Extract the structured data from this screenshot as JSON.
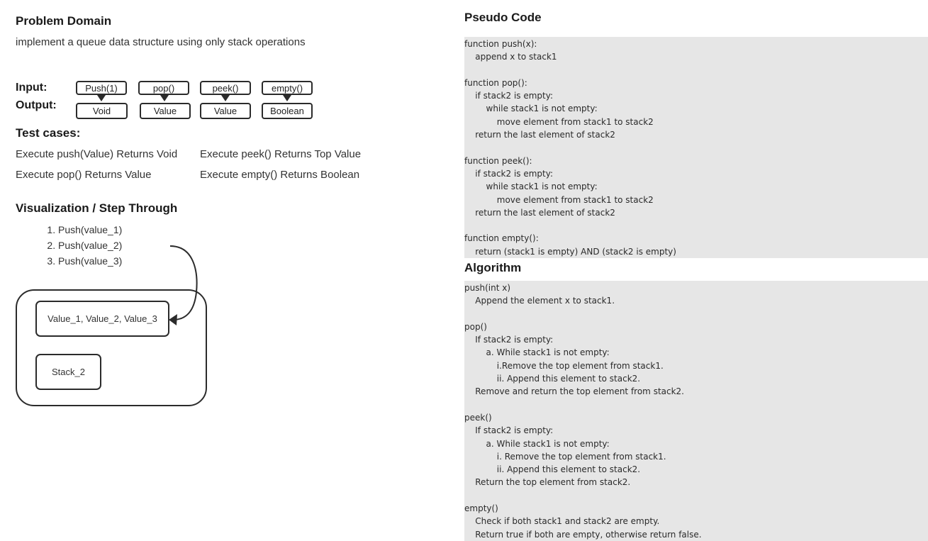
{
  "problem_domain": {
    "heading": "Problem Domain",
    "description": "implement a queue data structure using only stack operations"
  },
  "io": {
    "input_label": "Input:",
    "output_label": "Output:",
    "inputs": [
      "Push(1)",
      "pop()",
      "peek()",
      "empty()"
    ],
    "outputs": [
      "Void",
      "Value",
      "Value",
      "Boolean"
    ]
  },
  "test_cases": {
    "heading": "Test cases:",
    "items": [
      "Execute push(Value) Returns Void",
      "Execute peek() Returns Top Value",
      "Execute pop() Returns Value",
      "Execute empty() Returns Boolean"
    ]
  },
  "visualization": {
    "heading": "Visualization / Step Through",
    "steps": [
      "Push(value_1)",
      "Push(value_2)",
      "Push(value_3)"
    ],
    "stack1_label": "Value_1, Value_2, Value_3",
    "stack2_label": "Stack_2"
  },
  "pseudo_code": {
    "heading": "Pseudo Code",
    "lines": [
      "function push(x):",
      "    append x to stack1",
      "",
      "function pop():",
      "    if stack2 is empty:",
      "        while stack1 is not empty:",
      "            move element from stack1 to stack2",
      "    return the last element of stack2",
      "",
      "function peek():",
      "    if stack2 is empty:",
      "        while stack1 is not empty:",
      "            move element from stack1 to stack2",
      "    return the last element of stack2",
      "",
      "function empty():",
      "    return (stack1 is empty) AND (stack2 is empty)"
    ]
  },
  "algorithm": {
    "heading": "Algorithm",
    "lines": [
      "push(int x)",
      "    Append the element x to stack1.",
      "",
      "pop()",
      "    If stack2 is empty:",
      "        a. While stack1 is not empty:",
      "            i.Remove the top element from stack1.",
      "            ii. Append this element to stack2.",
      "    Remove and return the top element from stack2.",
      "",
      "peek()",
      "    If stack2 is empty:",
      "        a. While stack1 is not empty:",
      "            i. Remove the top element from stack1.",
      "            ii. Append this element to stack2.",
      "    Return the top element from stack2.",
      "",
      "empty()",
      "    Check if both stack1 and stack2 are empty.",
      "    Return true if both are empty, otherwise return false."
    ]
  }
}
